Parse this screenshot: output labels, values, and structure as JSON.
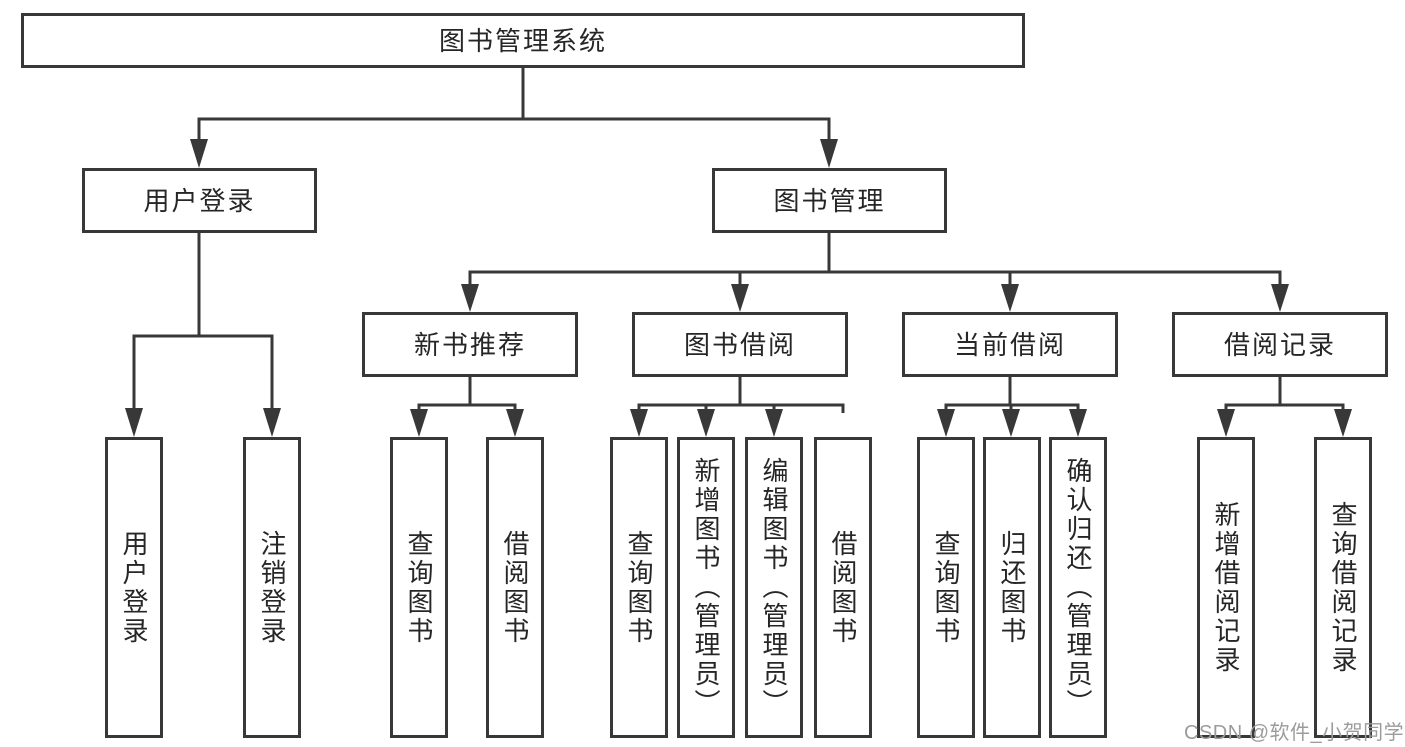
{
  "diagram_type": "hierarchy-tree",
  "tree": {
    "root": {
      "label": "图书管理系统",
      "children": [
        {
          "label": "用户登录",
          "children": [
            {
              "label": "用户登录"
            },
            {
              "label": "注销登录"
            }
          ]
        },
        {
          "label": "图书管理",
          "children": [
            {
              "label": "新书推荐",
              "children": [
                {
                  "label": "查询图书"
                },
                {
                  "label": "借阅图书"
                }
              ]
            },
            {
              "label": "图书借阅",
              "children": [
                {
                  "label": "查询图书"
                },
                {
                  "label": "新增图书（管理员）"
                },
                {
                  "label": "编辑图书（管理员）"
                },
                {
                  "label": "借阅图书"
                }
              ]
            },
            {
              "label": "当前借阅",
              "children": [
                {
                  "label": "查询图书"
                },
                {
                  "label": "归还图书"
                },
                {
                  "label": "确认归还（管理员）"
                }
              ]
            },
            {
              "label": "借阅记录",
              "children": [
                {
                  "label": "新增借阅记录"
                },
                {
                  "label": "查询借阅记录"
                }
              ]
            }
          ]
        }
      ]
    }
  },
  "watermark": {
    "text": "CSDN @软件_小贺同学"
  },
  "colors": {
    "background": "#ffffff",
    "line": "#383838",
    "box_border": "#383838",
    "text": "#262626",
    "watermark": "#9c9c9c"
  }
}
